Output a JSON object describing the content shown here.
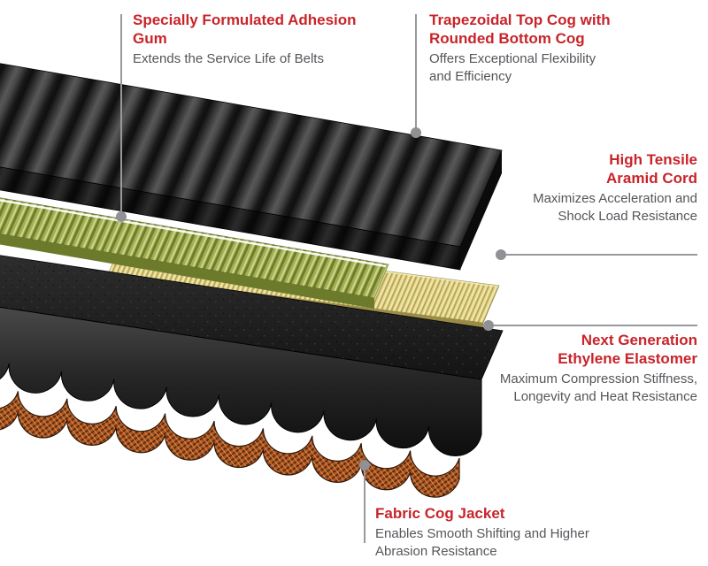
{
  "figure": {
    "description": "Exploded layer diagram of a cogged drive belt",
    "callouts": [
      {
        "heading": "Specially Formulated Adhesion Gum",
        "body": "Extends the Service Life of Belts"
      },
      {
        "heading": "Trapezoidal Top Cog with Rounded Bottom Cog",
        "body": "Offers Exceptional Flexibility and Efficiency"
      },
      {
        "heading": "High Tensile Aramid Cord",
        "body": "Maximizes Acceleration and Shock Load Resistance"
      },
      {
        "heading": "Next Generation Ethylene Elastomer",
        "body": "Maximum Compression Stiffness, Longevity and Heat Resistance"
      },
      {
        "heading": "Fabric Cog Jacket",
        "body": "Enables Smooth Shifting and Higher Abrasion Resistance"
      }
    ],
    "colors": {
      "heading_red": "#c8242a",
      "body_gray": "#54565a",
      "leader_gray": "#97999c",
      "rubber_black": "#1b1b1b",
      "gum_green": "#9aa94a",
      "cord_yellow": "#e6d98f",
      "jacket_orange": "#b05a24"
    }
  }
}
